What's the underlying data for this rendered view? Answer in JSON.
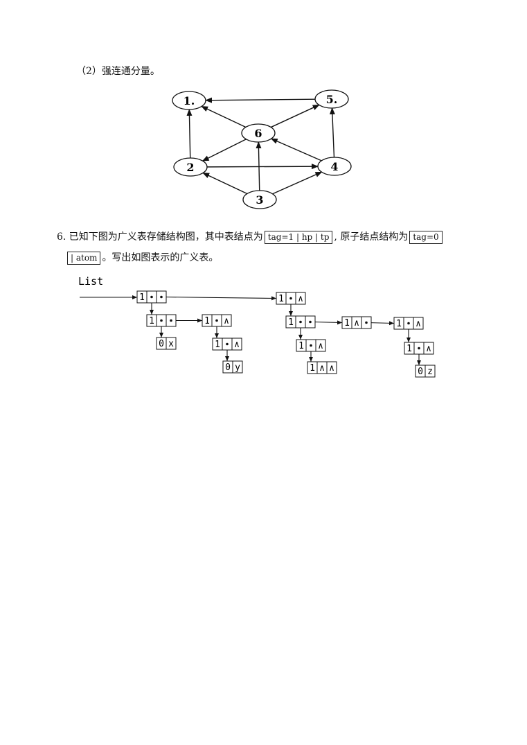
{
  "section2": {
    "heading": "（2）强连通分量。"
  },
  "graph": {
    "nodes": [
      {
        "id": "1",
        "label": "1."
      },
      {
        "id": "5",
        "label": "5."
      },
      {
        "id": "6",
        "label": "6"
      },
      {
        "id": "2",
        "label": "2"
      },
      {
        "id": "4",
        "label": "4"
      },
      {
        "id": "3",
        "label": "3"
      }
    ],
    "edges": [
      [
        "5",
        "1"
      ],
      [
        "6",
        "1"
      ],
      [
        "2",
        "1"
      ],
      [
        "6",
        "5"
      ],
      [
        "4",
        "5"
      ],
      [
        "6",
        "2"
      ],
      [
        "4",
        "6"
      ],
      [
        "3",
        "6"
      ],
      [
        "2",
        "4"
      ],
      [
        "3",
        "2"
      ],
      [
        "3",
        "4"
      ]
    ]
  },
  "question6": {
    "line1_prefix": "6. 已知下图为广义表存储结构图，其中表结点为",
    "table_node_box": "tag=1 | hp | tp",
    "line1_middle": ", 原子结点结构为",
    "atom_node_box_part1": "tag=0",
    "atom_node_box_part2": "| atom",
    "line2_suffix": "。写出如图表示的广义表。"
  },
  "list_diagram": {
    "label": "List",
    "null_symbol": "∧",
    "cells": {
      "n1_tag": "1",
      "n2_tag": "1",
      "n3_tag": "1",
      "n4_tag": "0",
      "n4_atom": "x",
      "n5_tag": "1",
      "n6_tag": "0",
      "n6_atom": "y",
      "n7_tag": "1",
      "n8_tag": "1",
      "n9_tag": "1",
      "n10_tag": "1",
      "n11_tag": "1",
      "n12_tag": "1",
      "n13_tag": "0",
      "n13_atom": "z"
    }
  }
}
